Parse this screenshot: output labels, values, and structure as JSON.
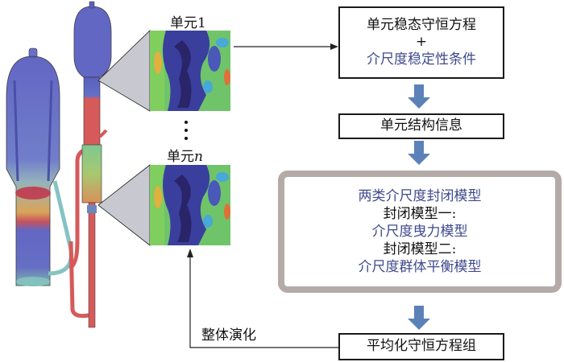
{
  "diagram": {
    "left_illustration": {
      "description": "CFD rendering of circulating fluidized bed reactor colored by solids concentration",
      "palette": {
        "dilute": "#4a4fb0",
        "dense": "#d9534f",
        "mid": "#7fcf6a",
        "low": "#3aa0d8"
      }
    },
    "cells": [
      {
        "label": "单元1"
      },
      {
        "label": "单元",
        "label_italic_suffix": "n"
      }
    ],
    "ellipsis_dots": 3,
    "flow_boxes": {
      "box1": {
        "line1": "单元稳态守恒方程",
        "plus": "+",
        "line2": "介尺度稳定性条件"
      },
      "box2": {
        "text": "单元结构信息"
      },
      "box3": {
        "title": "两类介尺度封闭模型",
        "model1_label": "封闭模型一:",
        "model1_name": "介尺度曳力模型",
        "model2_label": "封闭模型二:",
        "model2_name": "介尺度群体平衡模型"
      },
      "box4": {
        "text": "平均化守恒方程组"
      }
    },
    "feedback_label": "整体演化",
    "colors": {
      "arrow_blue": "#5b82b8",
      "blue_text": "#3f4a8c",
      "big_box_border": "#b4aba8",
      "box_border": "#1a1a1a"
    }
  }
}
